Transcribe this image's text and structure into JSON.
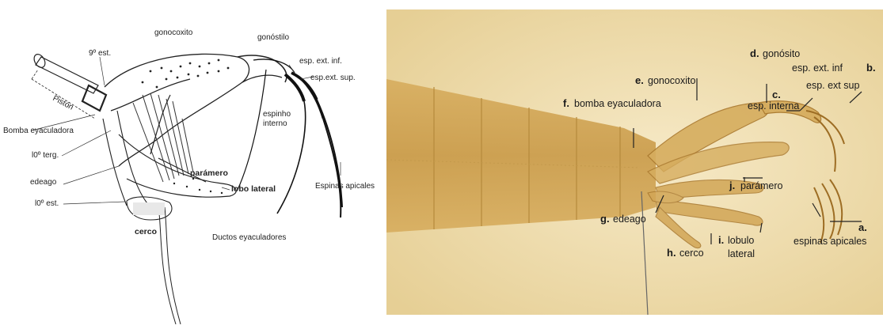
{
  "left_panel": {
    "labels": {
      "gonocoxito": "gonocoxito",
      "gonostilo": "gonóstilo",
      "est9": "9º est.",
      "esp_ext_inf": "esp. ext. inf.",
      "esp_ext_sup": "esp.ext. sup.",
      "piston": "Pistón",
      "espinho_interno_1": "espinho",
      "espinho_interno_2": "interno",
      "bomba": "Bomba eyaculadora",
      "terg10": "l0º terg.",
      "paramero": "parámero",
      "edeago": "edeago",
      "lobo_lateral": "lobo lateral",
      "espinas_apicales": "Espinas apicales",
      "est10": "l0º est.",
      "cerco": "cerco",
      "ductos": "Ductos eyaculadores"
    }
  },
  "right_panel": {
    "labels": {
      "d_letter": "d.",
      "d_text": "gonósito",
      "b_letter": "b.",
      "esp_ext_inf": "esp. ext. inf",
      "esp_ext_sup": "esp. ext sup",
      "e_letter": "e.",
      "e_text": "gonocoxito",
      "c_letter": "c.",
      "c_text": "esp. interna",
      "f_letter": "f.",
      "f_text": "bomba eyaculadora",
      "j_letter": "j.",
      "j_text": "parámero",
      "g_letter": "g.",
      "g_text": "edeago",
      "a_letter": "a.",
      "a_text": "espinas apicales",
      "i_letter": "i.",
      "i_text_1": "lobulo",
      "i_text_2": "lateral",
      "h_letter": "h.",
      "h_text": "cerco"
    }
  },
  "colors": {
    "photo_background": "#f0e0b6",
    "specimen": "#d4ab5c",
    "specimen_dark": "#a8792f",
    "ink": "#1a1a1a"
  }
}
